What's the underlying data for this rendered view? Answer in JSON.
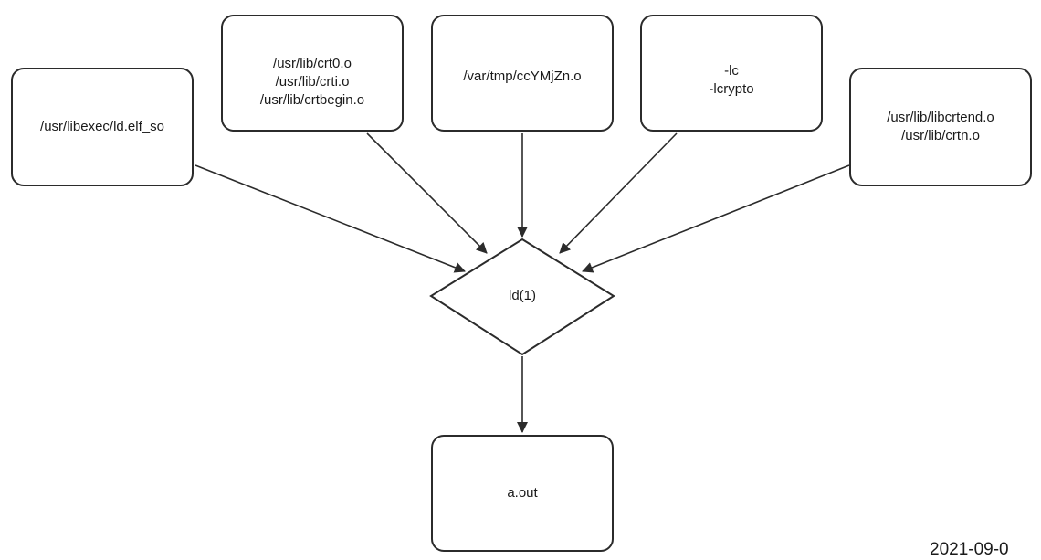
{
  "nodes": {
    "ldso": {
      "label": "/usr/libexec/ld.elf_so"
    },
    "crt": {
      "label": "/usr/lib/crt0.o\n/usr/lib/crti.o\n/usr/lib/crtbegin.o"
    },
    "object": {
      "label": "/var/tmp/ccYMjZn.o"
    },
    "libs": {
      "label": "-lc\n-lcrypto"
    },
    "crtend": {
      "label": "/usr/lib/libcrtend.o\n/usr/lib/crtn.o"
    },
    "linker": {
      "label": "ld(1)"
    },
    "output": {
      "label": "a.out"
    }
  },
  "edges": [
    {
      "from": "ldso",
      "to": "linker"
    },
    {
      "from": "crt",
      "to": "linker"
    },
    {
      "from": "object",
      "to": "linker"
    },
    {
      "from": "libs",
      "to": "linker"
    },
    {
      "from": "crtend",
      "to": "linker"
    },
    {
      "from": "linker",
      "to": "output"
    }
  ],
  "stamp": "2021-09-0",
  "colors": {
    "stroke": "#2b2b2b",
    "background": "#ffffff"
  }
}
